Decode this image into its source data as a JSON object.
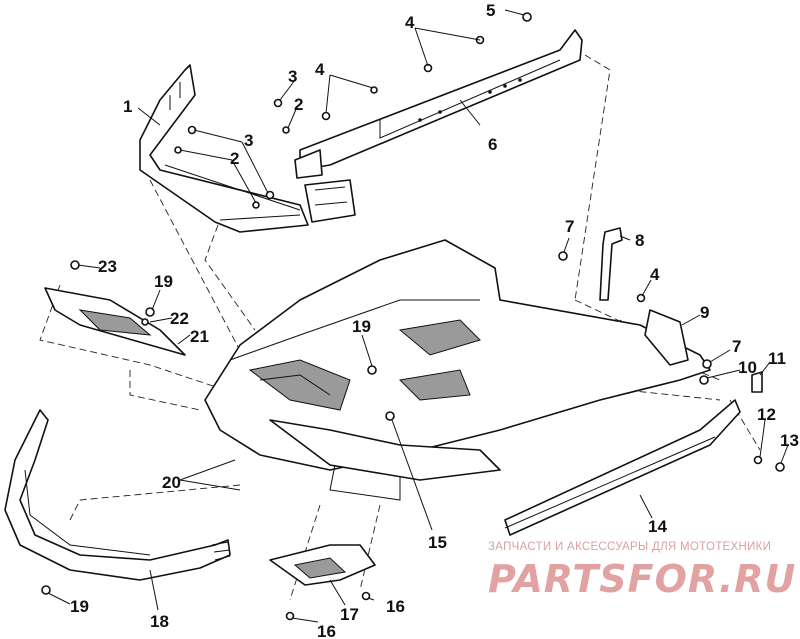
{
  "diagram": {
    "callouts": [
      {
        "id": "c1",
        "label": "1"
      },
      {
        "id": "c2a",
        "label": "2"
      },
      {
        "id": "c2b",
        "label": "2"
      },
      {
        "id": "c3a",
        "label": "3"
      },
      {
        "id": "c3b",
        "label": "3"
      },
      {
        "id": "c4a",
        "label": "4"
      },
      {
        "id": "c4b",
        "label": "4"
      },
      {
        "id": "c4c",
        "label": "4"
      },
      {
        "id": "c5",
        "label": "5"
      },
      {
        "id": "c6",
        "label": "6"
      },
      {
        "id": "c7a",
        "label": "7"
      },
      {
        "id": "c7b",
        "label": "7"
      },
      {
        "id": "c8",
        "label": "8"
      },
      {
        "id": "c9",
        "label": "9"
      },
      {
        "id": "c10",
        "label": "10"
      },
      {
        "id": "c11",
        "label": "11"
      },
      {
        "id": "c12",
        "label": "12"
      },
      {
        "id": "c13",
        "label": "13"
      },
      {
        "id": "c14",
        "label": "14"
      },
      {
        "id": "c15",
        "label": "15"
      },
      {
        "id": "c16a",
        "label": "16"
      },
      {
        "id": "c16b",
        "label": "16"
      },
      {
        "id": "c17",
        "label": "17"
      },
      {
        "id": "c18",
        "label": "18"
      },
      {
        "id": "c19a",
        "label": "19"
      },
      {
        "id": "c19b",
        "label": "19"
      },
      {
        "id": "c19c",
        "label": "19"
      },
      {
        "id": "c20",
        "label": "20"
      },
      {
        "id": "c21",
        "label": "21"
      },
      {
        "id": "c22",
        "label": "22"
      },
      {
        "id": "c23",
        "label": "23"
      }
    ]
  },
  "watermark": {
    "tagline": "ЗАПЧАСТИ И АКСЕССУАРЫ ДЛЯ МОТОТЕХНИКИ",
    "brand": "PARTSFOR.RU",
    "color": "#e2a2a2"
  }
}
